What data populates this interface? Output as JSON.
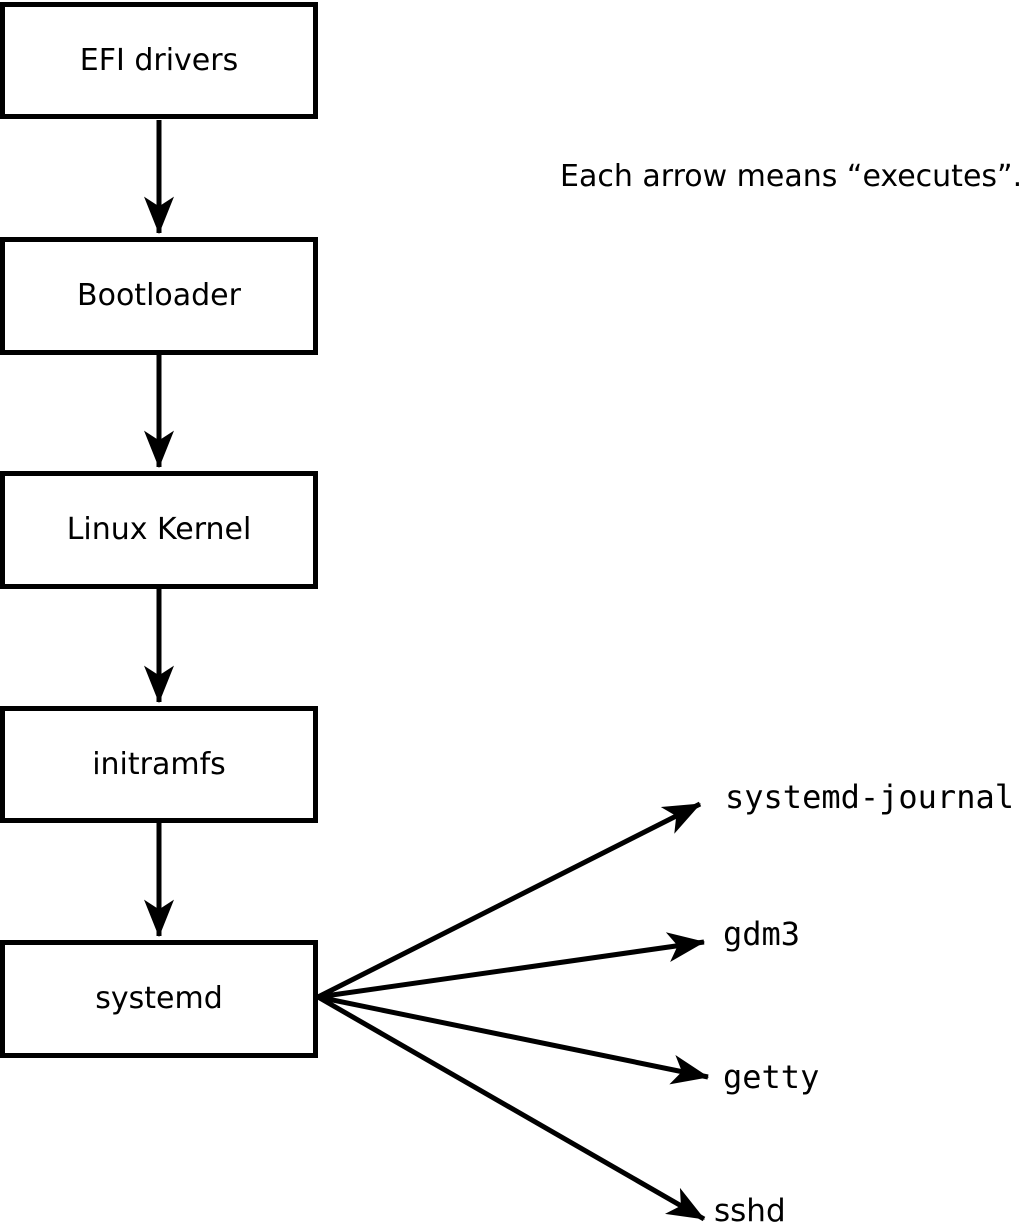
{
  "note": "Each arrow means “executes”.",
  "chain": [
    {
      "label": "EFI drivers"
    },
    {
      "label": "Bootloader"
    },
    {
      "label": "Linux Kernel"
    },
    {
      "label": "initramfs"
    },
    {
      "label": "systemd"
    }
  ],
  "children": [
    {
      "label": "systemd-journal"
    },
    {
      "label": "gdm3"
    },
    {
      "label": "getty"
    },
    {
      "label": "sshd"
    }
  ],
  "arrow_meaning": "executes",
  "colors": {
    "line": "#000000",
    "background": "#ffffff"
  }
}
